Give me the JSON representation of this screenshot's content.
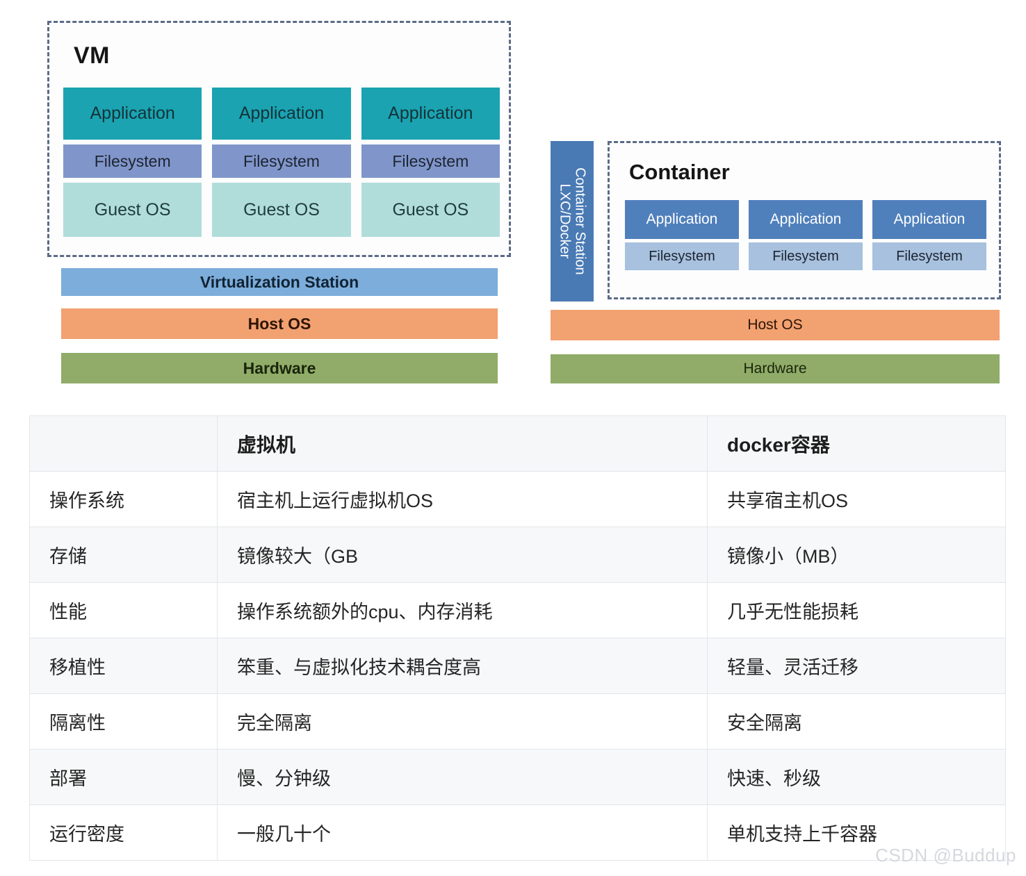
{
  "diagram": {
    "vm": {
      "title": "VM",
      "columns": [
        {
          "application": "Application",
          "filesystem": "Filesystem",
          "guest_os": "Guest OS"
        },
        {
          "application": "Application",
          "filesystem": "Filesystem",
          "guest_os": "Guest OS"
        },
        {
          "application": "Application",
          "filesystem": "Filesystem",
          "guest_os": "Guest OS"
        }
      ],
      "virtualization_station": "Virtualization Station",
      "host_os": "Host OS",
      "hardware": "Hardware"
    },
    "container": {
      "station_label_line1": "Container Station",
      "station_label_line2": "LXC/Docker",
      "title": "Container",
      "columns": [
        {
          "application": "Application",
          "filesystem": "Filesystem"
        },
        {
          "application": "Application",
          "filesystem": "Filesystem"
        },
        {
          "application": "Application",
          "filesystem": "Filesystem"
        }
      ],
      "host_os": "Host OS",
      "hardware": "Hardware"
    },
    "colors": {
      "vm_application": "#1ba3b2",
      "vm_filesystem": "#8096cb",
      "vm_guest_os": "#b0ddda",
      "virtualization_station": "#7dadda",
      "host_os": "#f2a171",
      "hardware": "#90ac68",
      "container_station": "#4a7ab4",
      "container_application": "#5080bc",
      "container_filesystem": "#a7c1de",
      "dashed_border": "#5b6b86"
    }
  },
  "table": {
    "headers": [
      "",
      "虚拟机",
      "docker容器"
    ],
    "rows": [
      {
        "feature": "操作系统",
        "vm": "宿主机上运行虚拟机OS",
        "docker": "共享宿主机OS"
      },
      {
        "feature": "存储",
        "vm": "镜像较大（GB",
        "docker": "镜像小（MB）"
      },
      {
        "feature": "性能",
        "vm": "操作系统额外的cpu、内存消耗",
        "docker": "几乎无性能损耗"
      },
      {
        "feature": "移植性",
        "vm": "笨重、与虚拟化技术耦合度高",
        "docker": "轻量、灵活迁移"
      },
      {
        "feature": "隔离性",
        "vm": "完全隔离",
        "docker": "安全隔离"
      },
      {
        "feature": "部署",
        "vm": "慢、分钟级",
        "docker": "快速、秒级"
      },
      {
        "feature": "运行密度",
        "vm": "一般几十个",
        "docker": "单机支持上千容器"
      }
    ]
  },
  "watermark": "CSDN @Buddup"
}
